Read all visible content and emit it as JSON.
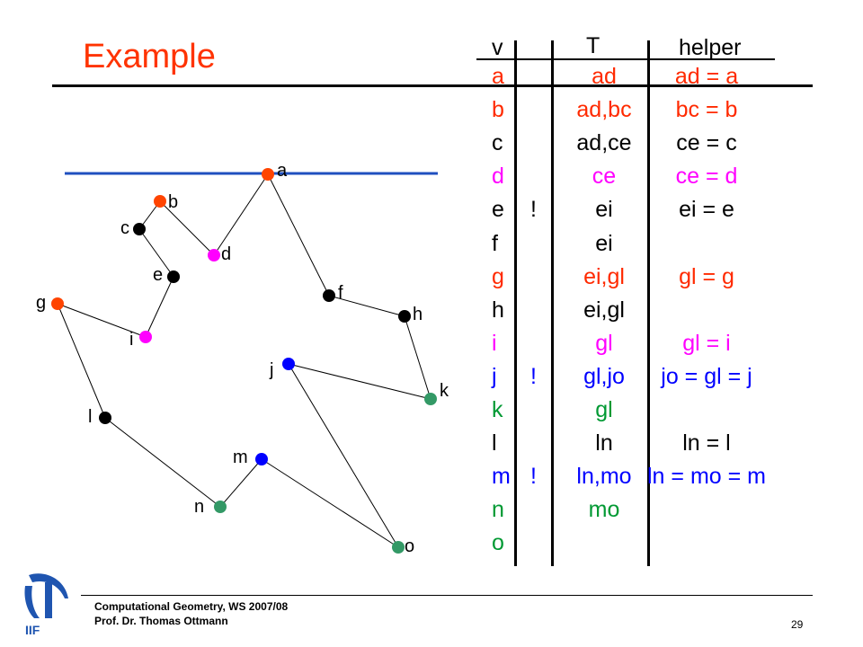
{
  "title": "Example",
  "table": {
    "headers": {
      "v": "v",
      "T": "T",
      "helper": "helper"
    },
    "rows": [
      {
        "v": "a",
        "mark": "",
        "T": "ad",
        "helper": "ad = a",
        "color": "#ff2a00"
      },
      {
        "v": "b",
        "mark": "",
        "T": "ad,bc",
        "helper": "bc = b",
        "color": "#ff2a00"
      },
      {
        "v": "c",
        "mark": "",
        "T": "ad,ce",
        "helper": "ce = c",
        "color": "#000000"
      },
      {
        "v": "d",
        "mark": "",
        "T": "ce",
        "helper": "ce = d",
        "color": "#ff00ff"
      },
      {
        "v": "e",
        "mark": "!",
        "T": "ei",
        "helper": "ei = e",
        "color": "#000000"
      },
      {
        "v": "f",
        "mark": "",
        "T": "ei",
        "helper": "",
        "color": "#000000"
      },
      {
        "v": "g",
        "mark": "",
        "T": "ei,gl",
        "helper": "gl = g",
        "color": "#ff2a00"
      },
      {
        "v": "h",
        "mark": "",
        "T": "ei,gl",
        "helper": "",
        "color": "#000000"
      },
      {
        "v": "i",
        "mark": "",
        "T": "gl",
        "helper": "gl = i",
        "color": "#ff00ff"
      },
      {
        "v": "j",
        "mark": "!",
        "T": "gl,jo",
        "helper": "jo = gl = j",
        "color": "#0000ff"
      },
      {
        "v": "k",
        "mark": "",
        "T": "gl",
        "helper": "",
        "color": "#009933"
      },
      {
        "v": "l",
        "mark": "",
        "T": "ln",
        "helper": "ln = l",
        "color": "#000000"
      },
      {
        "v": "m",
        "mark": "!",
        "T": "ln,mo",
        "helper": "ln = mo = m",
        "color": "#0000ff"
      },
      {
        "v": "n",
        "mark": "",
        "T": "mo",
        "helper": "",
        "color": "#009933"
      },
      {
        "v": "o",
        "mark": "",
        "T": "",
        "helper": "",
        "color": "#009933"
      }
    ]
  },
  "vertices": [
    {
      "id": "a",
      "color": "#ff4400"
    },
    {
      "id": "b",
      "color": "#ff4400"
    },
    {
      "id": "c",
      "color": "#000000"
    },
    {
      "id": "d",
      "color": "#ff00ff"
    },
    {
      "id": "e",
      "color": "#000000"
    },
    {
      "id": "f",
      "color": "#000000"
    },
    {
      "id": "g",
      "color": "#ff4400"
    },
    {
      "id": "h",
      "color": "#000000"
    },
    {
      "id": "i",
      "color": "#ff00ff"
    },
    {
      "id": "j",
      "color": "#0000ff"
    },
    {
      "id": "k",
      "color": "#339966"
    },
    {
      "id": "l",
      "color": "#000000"
    },
    {
      "id": "m",
      "color": "#0000ff"
    },
    {
      "id": "n",
      "color": "#339966"
    },
    {
      "id": "o",
      "color": "#339966"
    }
  ],
  "polygon_order": [
    "a",
    "f",
    "h",
    "k",
    "j",
    "o",
    "m",
    "n",
    "l",
    "g",
    "i",
    "e",
    "c",
    "b",
    "d"
  ],
  "sweep_line_color": "#1f4fbf",
  "footer": {
    "line1": "Computational Geometry, WS 2007/08",
    "line2": "Prof. Dr. Thomas Ottmann",
    "page": "29"
  },
  "logo_text": "IIF"
}
